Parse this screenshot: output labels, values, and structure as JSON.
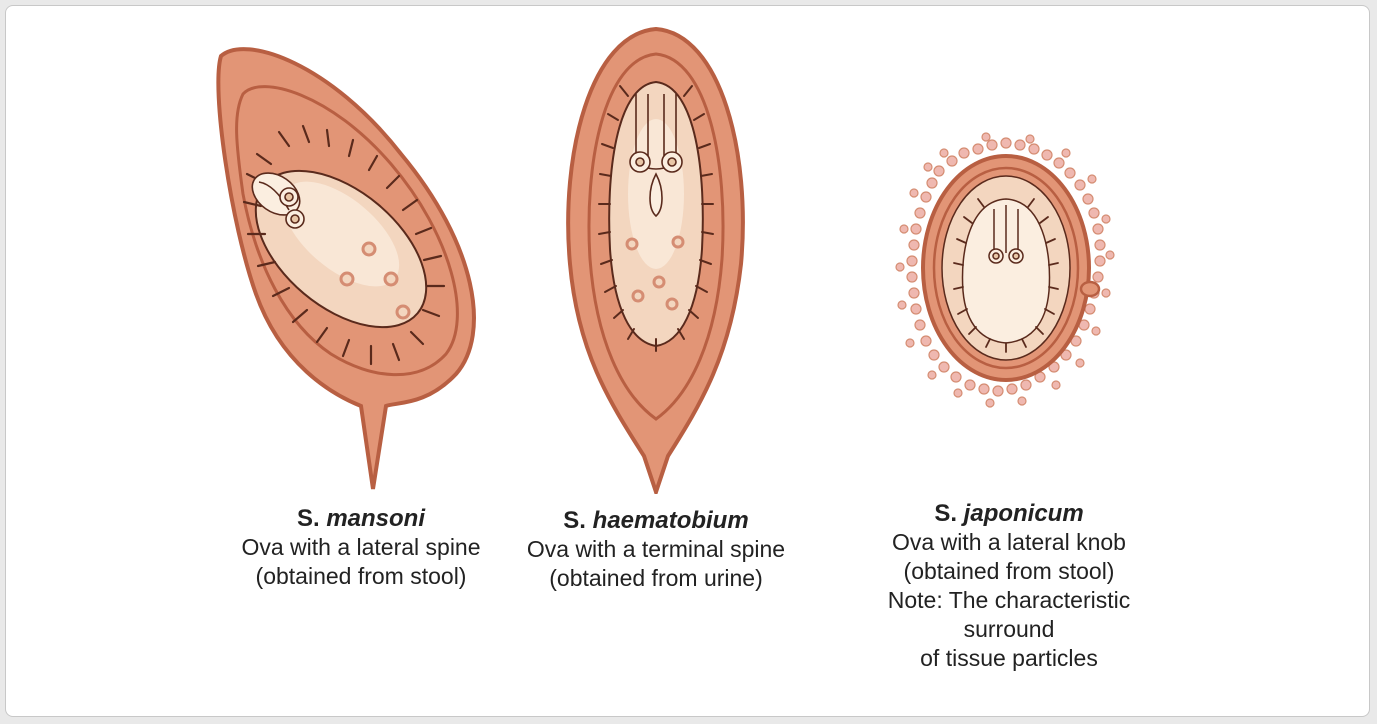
{
  "colors": {
    "shell_outer": "#e29576",
    "shell_rim": "#b85f42",
    "inner_fill": "#f3d6bf",
    "inner_light": "#fbeee0",
    "spine_dark": "#5a2a1c",
    "cell": "#d58d73",
    "tissue": "#efb8b0"
  },
  "ova": [
    {
      "genus": "S.",
      "species": "mansoni",
      "desc": "Ova with a lateral spine",
      "source": "(obtained from stool)"
    },
    {
      "genus": "S.",
      "species": "haematobium",
      "desc": "Ova with a terminal spine",
      "source": "(obtained from urine)"
    },
    {
      "genus": "S.",
      "species": "japonicum",
      "desc": "Ova with a lateral knob",
      "source": "(obtained from stool)",
      "note_1": "Note: The characteristic surround",
      "note_2": "of tissue particles"
    }
  ]
}
